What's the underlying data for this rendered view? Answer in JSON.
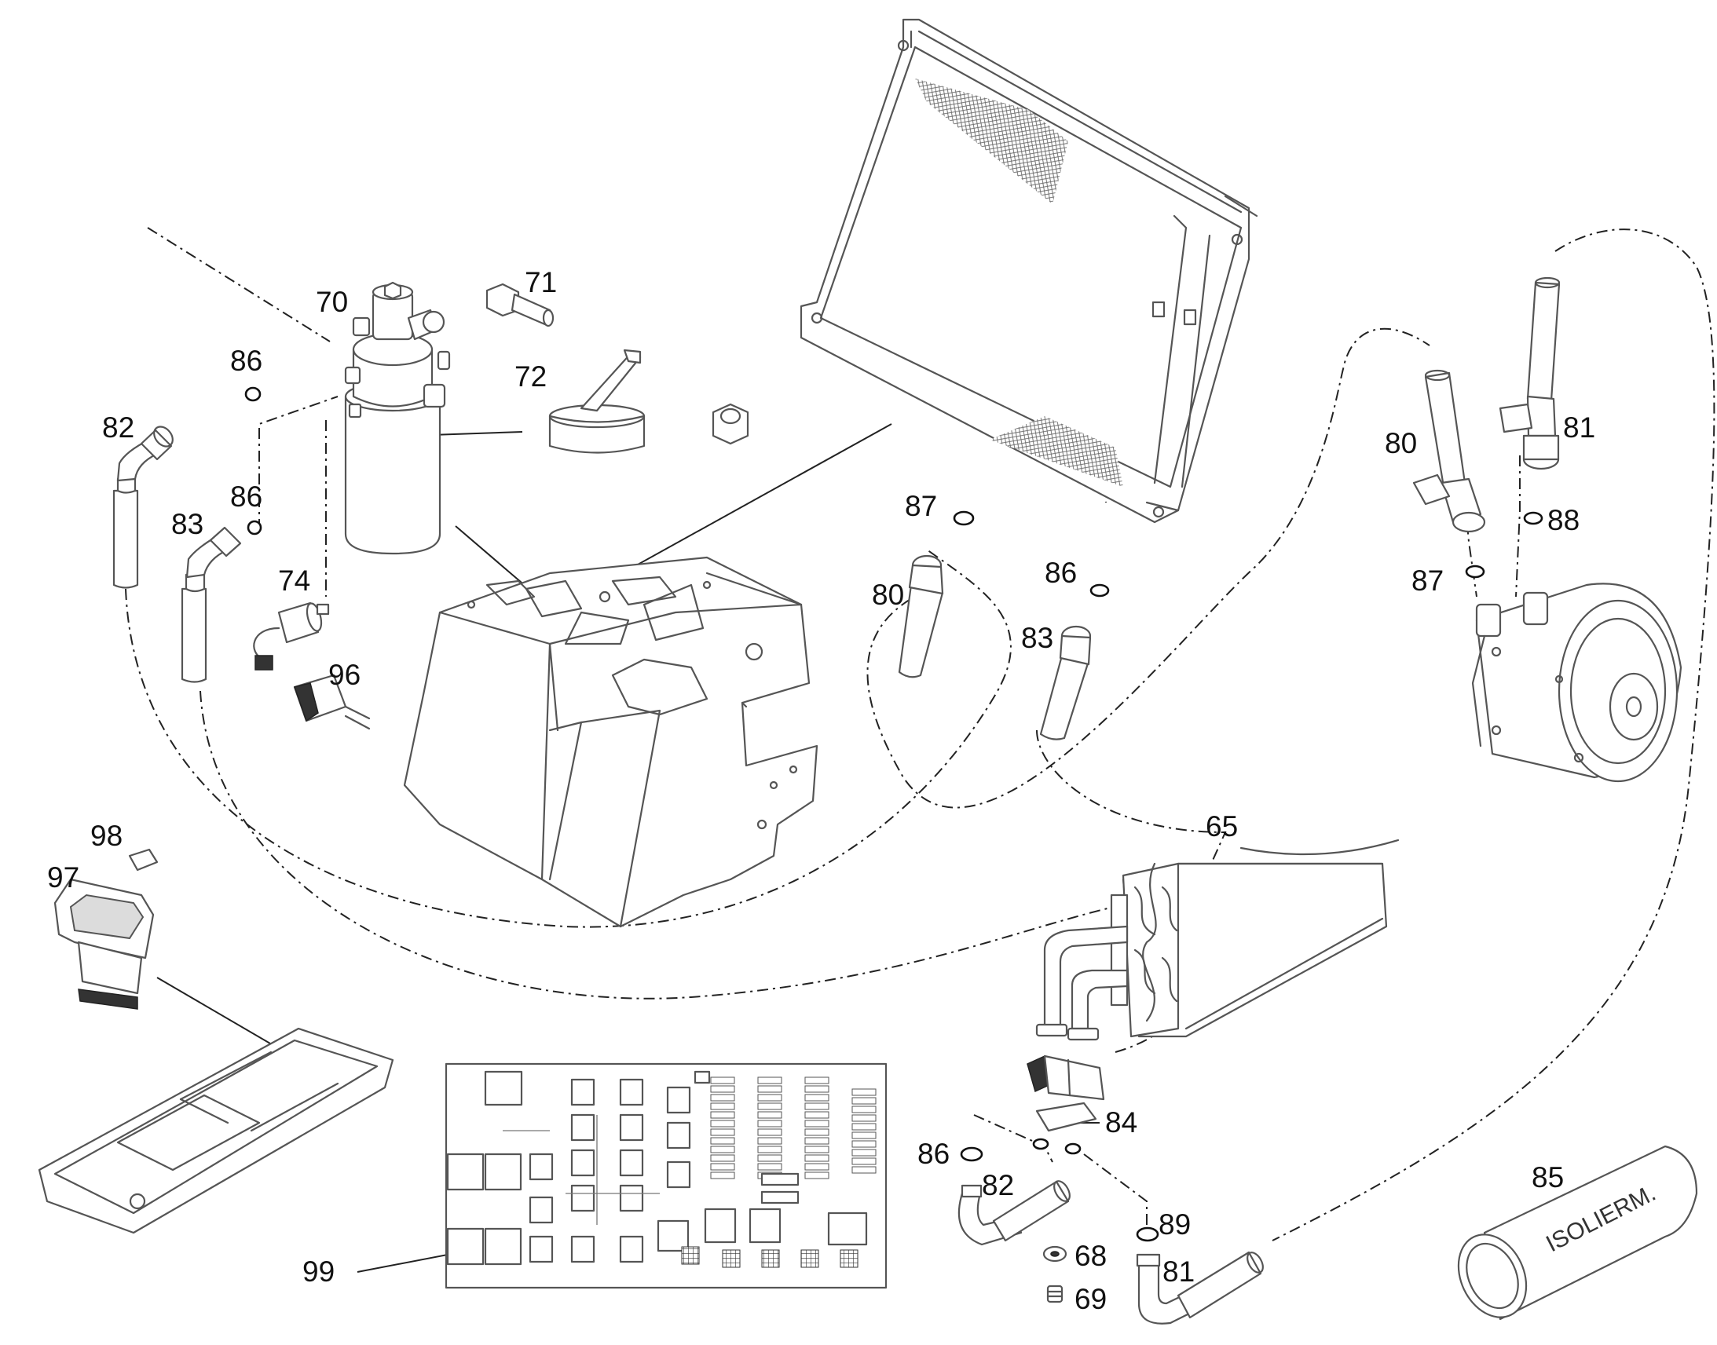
{
  "callouts": [
    {
      "id": "c70",
      "text": "70"
    },
    {
      "id": "c71",
      "text": "71"
    },
    {
      "id": "c72",
      "text": "72"
    },
    {
      "id": "c86a",
      "text": "86"
    },
    {
      "id": "c82a",
      "text": "82"
    },
    {
      "id": "c86b",
      "text": "86"
    },
    {
      "id": "c83a",
      "text": "83"
    },
    {
      "id": "c74",
      "text": "74"
    },
    {
      "id": "c96",
      "text": "96"
    },
    {
      "id": "c87a",
      "text": "87"
    },
    {
      "id": "c80a",
      "text": "80"
    },
    {
      "id": "c86c",
      "text": "86"
    },
    {
      "id": "c83b",
      "text": "83"
    },
    {
      "id": "c80b",
      "text": "80"
    },
    {
      "id": "c81a",
      "text": "81"
    },
    {
      "id": "c88",
      "text": "88"
    },
    {
      "id": "c87b",
      "text": "87"
    },
    {
      "id": "c98",
      "text": "98"
    },
    {
      "id": "c97",
      "text": "97"
    },
    {
      "id": "c65",
      "text": "65"
    },
    {
      "id": "c84",
      "text": "84"
    },
    {
      "id": "c86d",
      "text": "86"
    },
    {
      "id": "c82b",
      "text": "82"
    },
    {
      "id": "c85",
      "text": "85"
    },
    {
      "id": "c89",
      "text": "89"
    },
    {
      "id": "c68",
      "text": "68"
    },
    {
      "id": "c81b",
      "text": "81"
    },
    {
      "id": "c69",
      "text": "69"
    },
    {
      "id": "c99",
      "text": "99"
    }
  ],
  "insulation_label": "ISOLIERM."
}
